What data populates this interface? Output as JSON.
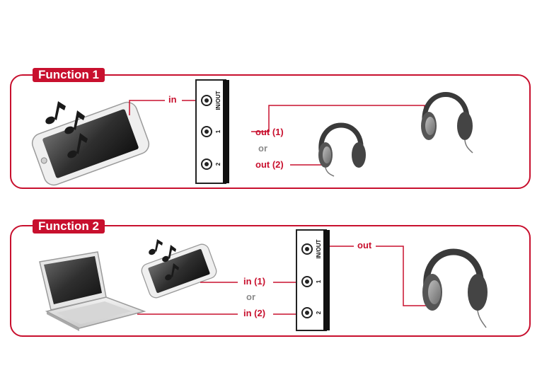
{
  "colors": {
    "brand_red": "#c8102e",
    "or_grey": "#8a8a8a",
    "device": "#2a2a2a"
  },
  "function1": {
    "title": "Function 1",
    "label_in": "in",
    "label_out1": "out (1)",
    "label_or": "or",
    "label_out2": "out (2)",
    "jack_label_top": "IN/OUT",
    "jack_label_mid": "1",
    "jack_label_bottom": "2"
  },
  "function2": {
    "title": "Function 2",
    "label_out": "out",
    "label_in1": "in (1)",
    "label_or": "or",
    "label_in2": "in (2)",
    "jack_label_top": "IN/OUT",
    "jack_label_mid": "1",
    "jack_label_bottom": "2"
  },
  "icons": [
    "smartphone-icon",
    "music-notes-icon",
    "headphones-icon",
    "laptop-icon",
    "audio-splitter-icon"
  ]
}
